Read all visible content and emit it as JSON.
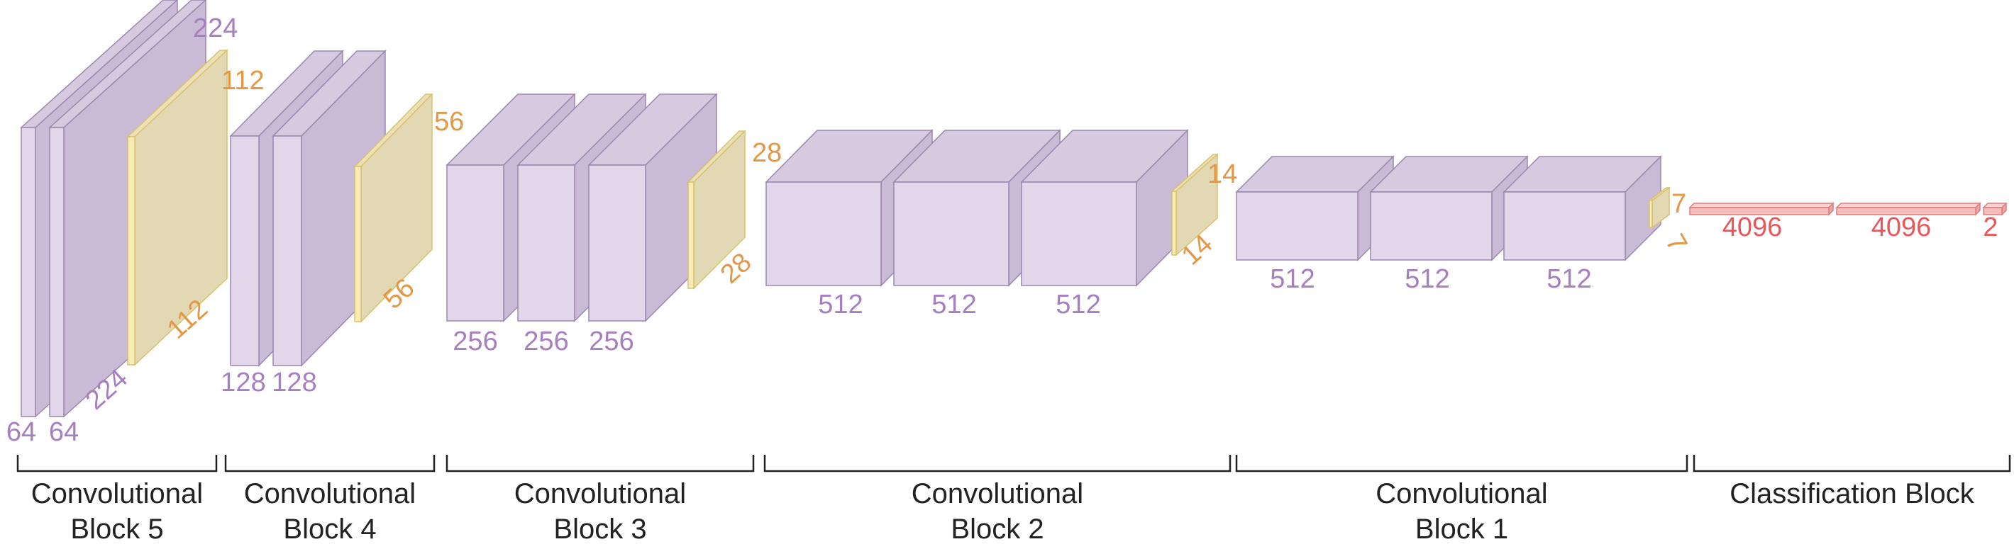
{
  "colors": {
    "conv_front": "#e2d6ea",
    "conv_top": "#d7c9e0",
    "conv_side": "#c9bad6",
    "conv_stroke": "#9b87ad",
    "pool_front": "#f7ebb6",
    "pool_top": "#ece0b8",
    "pool_side": "#e3d8b4",
    "pool_stroke": "#d8c26b",
    "fc_front": "#f5bcbc",
    "fc_top": "#f9d1d1",
    "fc_side": "#eda4a4",
    "fc_stroke": "#d97f7f",
    "conv_label": "#a57fbf",
    "pool_label": "#e29846",
    "fc_label": "#e8575a",
    "bracket": "#222222"
  },
  "blocks": [
    {
      "line1": "Convolutional",
      "line2": "Block 5"
    },
    {
      "line1": "Convolutional",
      "line2": "Block 4"
    },
    {
      "line1": "Convolutional",
      "line2": "Block 3"
    },
    {
      "line1": "Convolutional",
      "line2": "Block 2"
    },
    {
      "line1": "Convolutional",
      "line2": "Block 1"
    },
    {
      "line1": "Classification Block",
      "line2": ""
    }
  ],
  "layers": [
    {
      "kind": "conv",
      "channels": "64"
    },
    {
      "kind": "conv",
      "channels": "64",
      "spatial": "224"
    },
    {
      "kind": "pool",
      "spatial": "112"
    },
    {
      "kind": "conv",
      "channels": "128"
    },
    {
      "kind": "conv",
      "channels": "128"
    },
    {
      "kind": "pool",
      "spatial": "56"
    },
    {
      "kind": "conv",
      "channels": "256"
    },
    {
      "kind": "conv",
      "channels": "256"
    },
    {
      "kind": "conv",
      "channels": "256"
    },
    {
      "kind": "pool",
      "spatial": "28"
    },
    {
      "kind": "conv",
      "channels": "512"
    },
    {
      "kind": "conv",
      "channels": "512"
    },
    {
      "kind": "conv",
      "channels": "512"
    },
    {
      "kind": "pool",
      "spatial": "14"
    },
    {
      "kind": "conv",
      "channels": "512"
    },
    {
      "kind": "conv",
      "channels": "512"
    },
    {
      "kind": "conv",
      "channels": "512"
    },
    {
      "kind": "pool",
      "spatial": "7"
    },
    {
      "kind": "fc",
      "units": "4096"
    },
    {
      "kind": "fc",
      "units": "4096"
    },
    {
      "kind": "fc",
      "units": "2"
    }
  ]
}
